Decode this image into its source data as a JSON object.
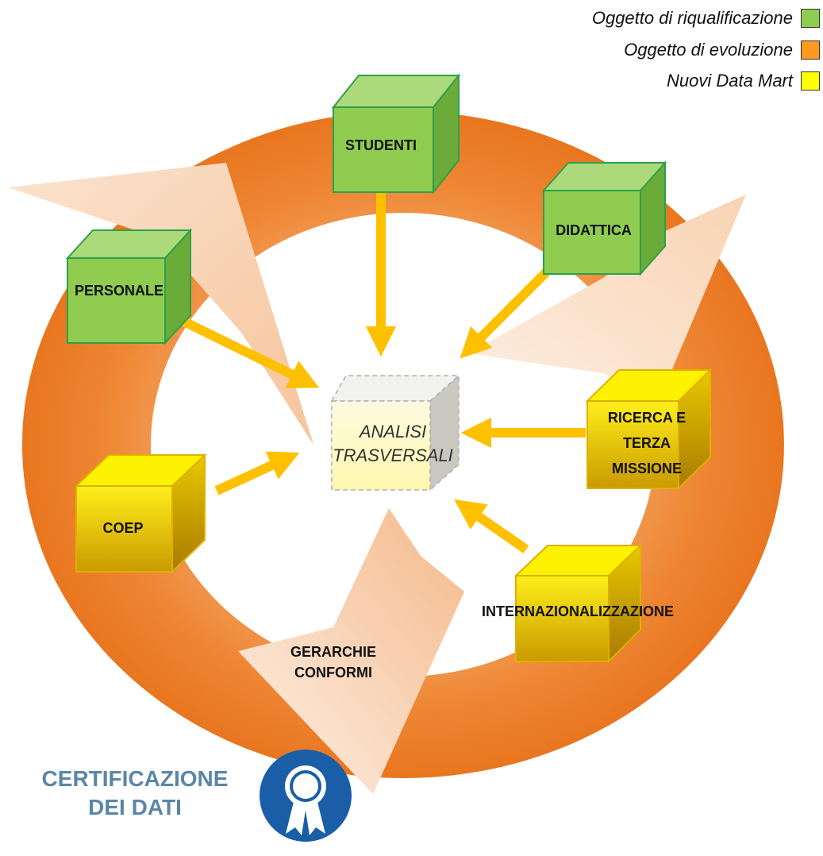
{
  "legend": {
    "items": [
      {
        "label": "Oggetto di riqualificazione",
        "color": "#8fcc50"
      },
      {
        "label": "Oggetto di evoluzione",
        "color": "#ff9a1e"
      },
      {
        "label": "Nuovi Data Mart",
        "color": "#ffff00"
      }
    ]
  },
  "cubes": {
    "studenti": "STUDENTI",
    "didattica": "DIDATTICA",
    "personale": "PERSONALE",
    "ricerca": [
      "RICERCA E",
      "TERZA",
      "MISSIONE"
    ],
    "coep": "COEP",
    "internazionalizzazione": "INTERNAZIONALIZZAZIONE"
  },
  "center": {
    "line1": "ANALISI",
    "line2": "TRASVERSALI"
  },
  "gerarchie": {
    "line1": "GERARCHIE",
    "line2": "CONFORMI"
  },
  "certificazione": {
    "line1": "CERTIFICAZIONE",
    "line2": "DEI DATI"
  },
  "colors": {
    "ring_orange": "#ee7d28",
    "arrow_pale": "#fbd9bd",
    "connector_arrow": "#ffc000",
    "green_cube": "#8fcc50",
    "yellow_cube": "#ffe600",
    "badge_blue": "#1a5ea8",
    "cert_text": "#5b86a6"
  }
}
